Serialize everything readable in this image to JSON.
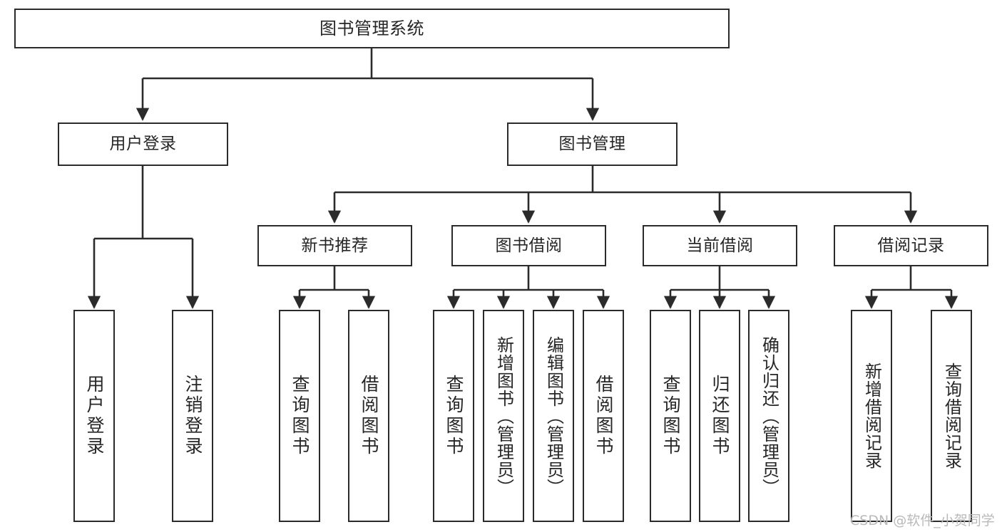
{
  "diagram": {
    "title": "图书管理系统",
    "type": "tree-hierarchy-diagram",
    "colors": {
      "box_border": "#2b2b2b",
      "box_fill": "#ffffff",
      "connector": "#2b2b2b",
      "text": "#262626",
      "watermark": "#b9b9b9",
      "background": "#ffffff"
    },
    "nodes": {
      "root": {
        "label": "图书管理系统"
      },
      "level2": [
        {
          "label": "用户登录"
        },
        {
          "label": "图书管理"
        }
      ],
      "level3": [
        {
          "label": "新书推荐"
        },
        {
          "label": "图书借阅"
        },
        {
          "label": "当前借阅"
        },
        {
          "label": "借阅记录"
        }
      ],
      "leaves": {
        "user_login": [
          {
            "label": "用户登录"
          },
          {
            "label": "注销登录"
          }
        ],
        "new_book_recommend": [
          {
            "label": "查询图书"
          },
          {
            "label": "借阅图书"
          }
        ],
        "book_borrow": [
          {
            "label": "查询图书"
          },
          {
            "label": "新增图书（管理员）"
          },
          {
            "label": "编辑图书（管理员）"
          },
          {
            "label": "借阅图书"
          }
        ],
        "current_borrow": [
          {
            "label": "查询图书"
          },
          {
            "label": "归还图书"
          },
          {
            "label": "确认归还（管理员）"
          }
        ],
        "borrow_record": [
          {
            "label": "新增借阅记录"
          },
          {
            "label": "查询借阅记录"
          }
        ]
      }
    },
    "watermark": "CSDN @软件_小贺同学"
  }
}
